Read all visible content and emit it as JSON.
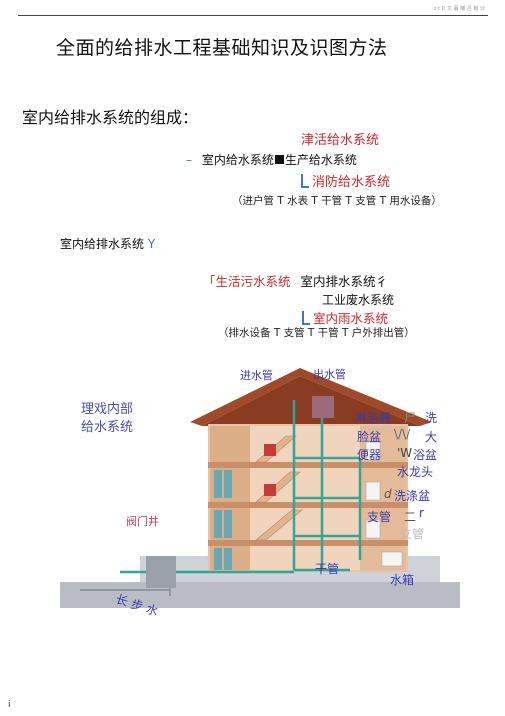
{
  "header": {
    "note": "z t D 文 暮 曦 吕 粗 沙"
  },
  "title": "全面的给排水工程基础知识及识图方法",
  "section_heading": "室内给排水系统的组成：",
  "supply": {
    "line1": "津活给水系统",
    "dash": "–",
    "line2_pre": "室内给水系统",
    "line2_post": "生产给水系统",
    "line3": "消防给水系统",
    "flow": "（进户管 T 水表 T 干管 T 支管 T 用水设备）"
  },
  "system_label": {
    "text": "室内给排水系统",
    "suffix": "Y"
  },
  "drainage": {
    "bracket": "「",
    "line1_red": "生活污水系统",
    "line1_black": "室内排水系统彳",
    "line2": "工业废水系统",
    "line3": "室内雨水系统",
    "flow": "（排水设备 T 支管 T 干管 T 户外排出管）"
  },
  "diagram": {
    "top_left_label": "进水管",
    "top_right_label": "出水管",
    "left_title_1": "理戏内部",
    "left_title_2": "给水系统",
    "valve_well": "阀门井",
    "trunk": "干管",
    "right_labels": [
      "淋浴器",
      "尸",
      "洗",
      "脸盆",
      "\\/\\/",
      "大",
      "便器",
      "'W",
      "浴盆",
      "水龙头",
      "d",
      "洗涤盆",
      "支管",
      "二",
      "r",
      "立管",
      "水箱"
    ],
    "bottom_text": "长 步 水"
  },
  "footer": {
    "page": "i"
  }
}
